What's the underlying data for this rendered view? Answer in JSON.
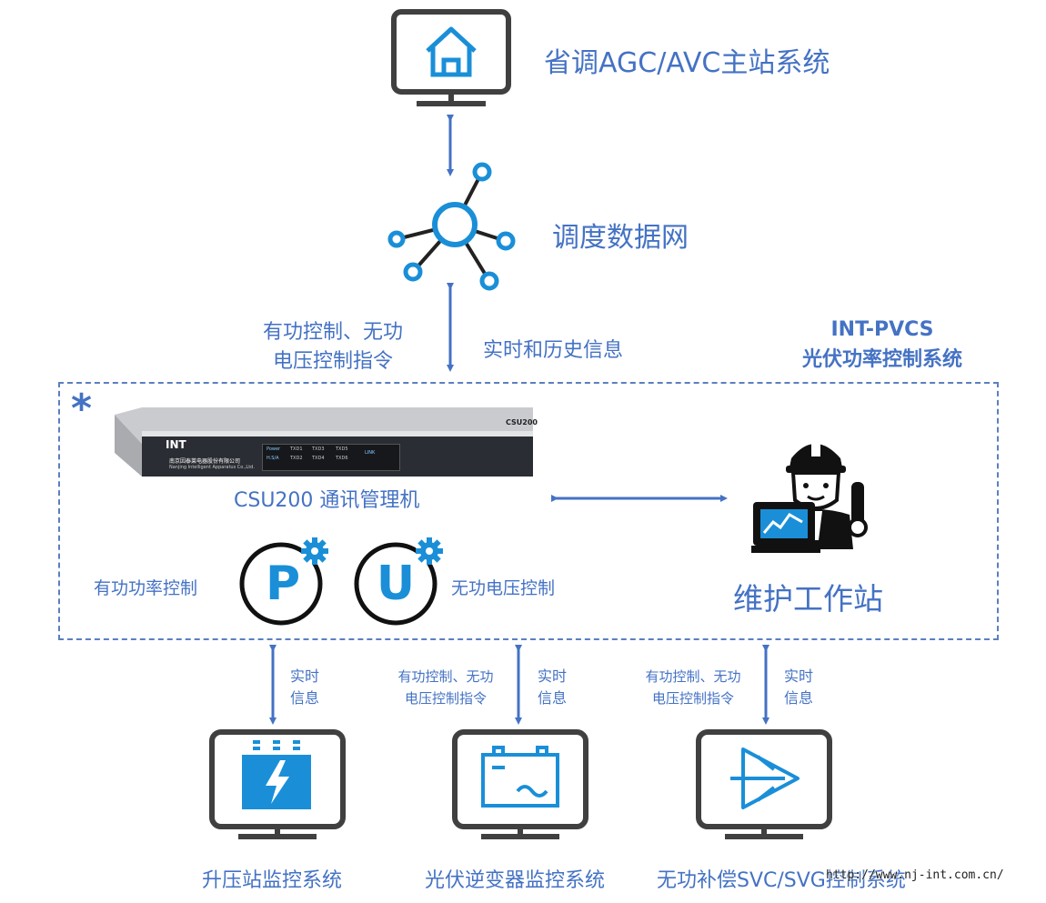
{
  "top": {
    "master_station_label": "省调AGC/AVC主站系统",
    "network_label": "调度数据网",
    "left_cmd_line1": "有功控制、无功",
    "left_cmd_line2": "电压控制指令",
    "right_info": "实时和历史信息"
  },
  "system": {
    "title_line1": "INT-PVCS",
    "title_line2": "光伏功率控制系统",
    "asterisk": "*"
  },
  "device": {
    "brand": "INT",
    "model_badge": "CSU200",
    "company_cn": "南京因泰莱电器股份有限公司",
    "company_en": "Nanjing Intelligent Apparatus Co.,Ltd.",
    "name": "CSU200 通讯管理机",
    "led_labels": [
      "Power",
      "H.S/A",
      "TXD1",
      "TXD2",
      "TXD3",
      "TXD4",
      "TXD5",
      "TXD6",
      "LINK"
    ]
  },
  "controls": {
    "active_label": "有功功率控制",
    "active_letter": "P",
    "reactive_letter": "U",
    "reactive_label": "无功电压控制"
  },
  "workstation": {
    "label": "维护工作站"
  },
  "bottom": [
    {
      "cmd_line1": "",
      "cmd_line2": "",
      "info_line1": "实时",
      "info_line2": "信息",
      "label": "升压站监控系统",
      "icon": "substation-icon"
    },
    {
      "cmd_line1": "有功控制、无功",
      "cmd_line2": "电压控制指令",
      "info_line1": "实时",
      "info_line2": "信息",
      "label": "光伏逆变器监控系统",
      "icon": "inverter-icon"
    },
    {
      "cmd_line1": "有功控制、无功",
      "cmd_line2": "电压控制指令",
      "info_line1": "实时",
      "info_line2": "信息",
      "label": "无功补偿SVC/SVG控制系统",
      "icon": "svc-icon"
    }
  ],
  "watermark": "http://www.nj-int.com.cn/",
  "colors": {
    "accent": "#4472c4",
    "icon_blue": "#1a8fd8",
    "monitor_gray": "#404040",
    "dash": "#5b7fc0"
  }
}
